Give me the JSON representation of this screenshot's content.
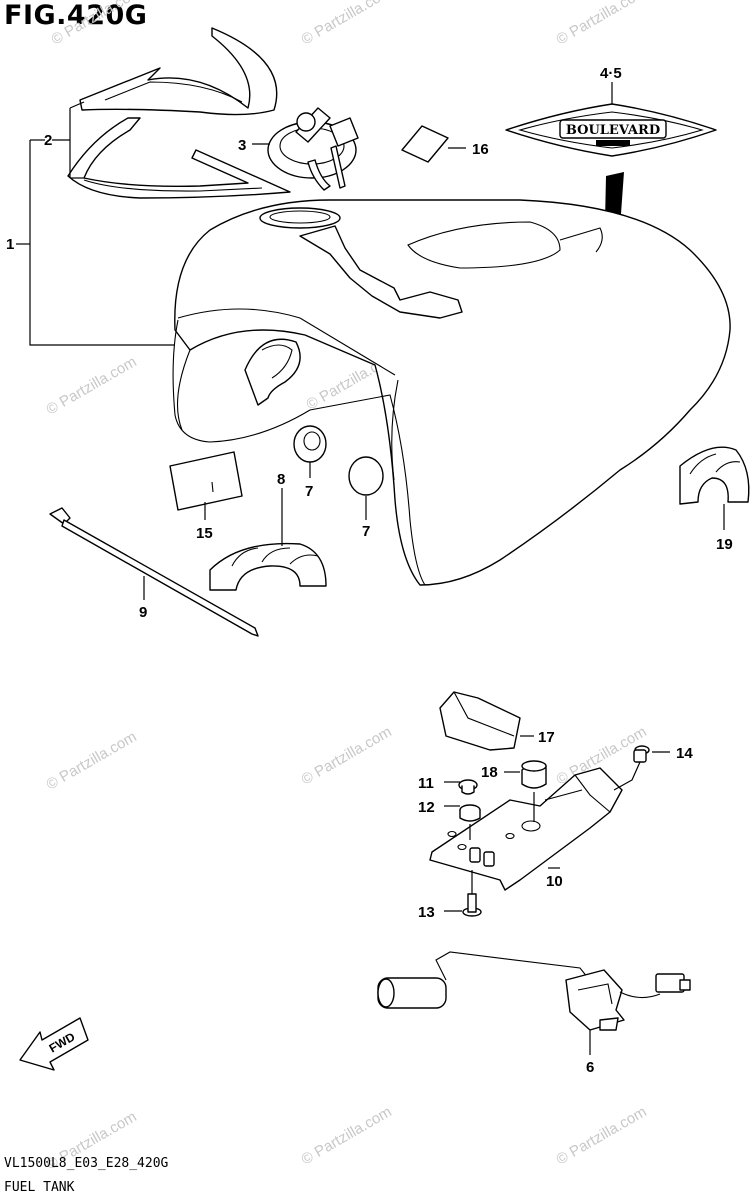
{
  "figure": {
    "title": "FIG.420G"
  },
  "footer": {
    "model_code": "VL1500L8_E03_E28_420G",
    "section_name": "FUEL TANK"
  },
  "watermark": {
    "text": "© Partzilla.com"
  },
  "emblem": {
    "text": "BOULEVARD"
  },
  "fwd_arrow": {
    "text": "FWD"
  },
  "callouts": [
    {
      "id": "1",
      "label": "1"
    },
    {
      "id": "2",
      "label": "2"
    },
    {
      "id": "3",
      "label": "3"
    },
    {
      "id": "4-5",
      "label": "4·5"
    },
    {
      "id": "6",
      "label": "6"
    },
    {
      "id": "7a",
      "label": "7"
    },
    {
      "id": "7b",
      "label": "7"
    },
    {
      "id": "8",
      "label": "8"
    },
    {
      "id": "9",
      "label": "9"
    },
    {
      "id": "10",
      "label": "10"
    },
    {
      "id": "11",
      "label": "11"
    },
    {
      "id": "12",
      "label": "12"
    },
    {
      "id": "13",
      "label": "13"
    },
    {
      "id": "14",
      "label": "14"
    },
    {
      "id": "15",
      "label": "15"
    },
    {
      "id": "16",
      "label": "16"
    },
    {
      "id": "17",
      "label": "17"
    },
    {
      "id": "18",
      "label": "18"
    },
    {
      "id": "19",
      "label": "19"
    }
  ]
}
